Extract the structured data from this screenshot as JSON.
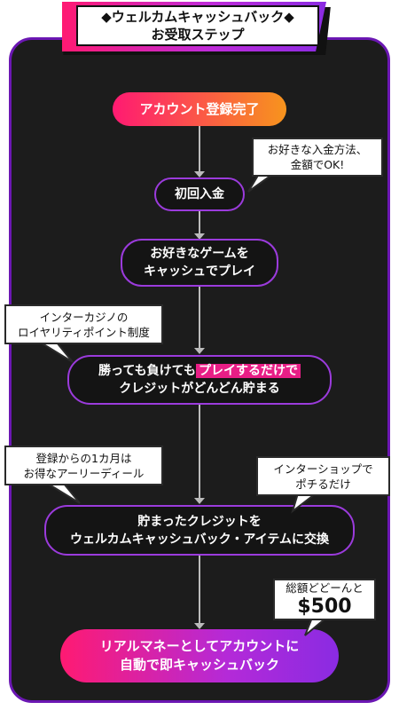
{
  "title": {
    "line1": "◆ウェルカムキャッシュバック◆",
    "line2": "お受取ステップ"
  },
  "steps": [
    {
      "lines": [
        "アカウント登録完了"
      ]
    },
    {
      "lines": [
        "初回入金"
      ]
    },
    {
      "lines": [
        "お好きなゲームを",
        "キャッシュでプレイ"
      ]
    },
    {
      "line1_pre": "勝っても負けても",
      "line1_highlight": "プレイするだけで",
      "line2": "クレジットがどんどん貯まる"
    },
    {
      "lines": [
        "貯まったクレジットを",
        "ウェルカムキャッシュバック・アイテムに交換"
      ]
    },
    {
      "lines": [
        "リアルマネーとしてアカウントに",
        "自動で即キャッシュバック"
      ]
    }
  ],
  "notes": [
    {
      "lines": [
        "お好きな入金方法、",
        "金額でOK!"
      ]
    },
    {
      "lines": [
        "インターカジノの",
        "ロイヤリティポイント制度"
      ]
    },
    {
      "lines": [
        "登録からの1カ月は",
        "お得なアーリーディール"
      ]
    },
    {
      "lines": [
        "インターショップで",
        "ポチるだけ"
      ]
    },
    {
      "line1": "総額どどーんと",
      "amount": "$500"
    }
  ],
  "colors": {
    "pink": "#ff1a72",
    "orange": "#f7941d",
    "purple": "#8a2be2",
    "panel": "#1c1c1c",
    "highlight": "#e81e86"
  }
}
